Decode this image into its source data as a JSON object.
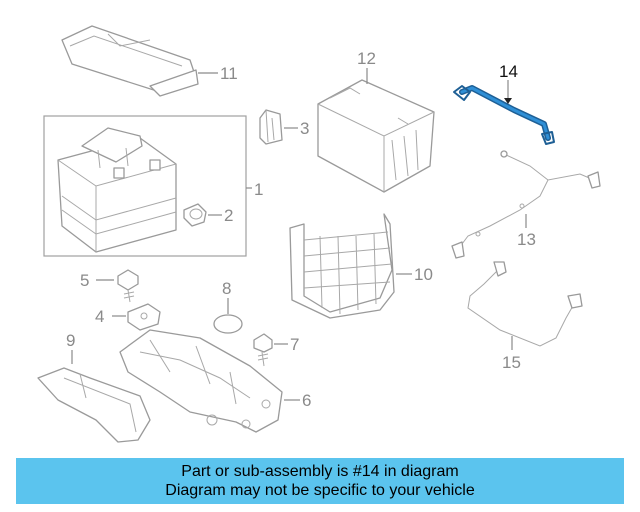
{
  "callouts": {
    "p1": "1",
    "p2": "2",
    "p3": "3",
    "p4": "4",
    "p5": "5",
    "p6": "6",
    "p7": "7",
    "p8": "8",
    "p9": "9",
    "p10": "10",
    "p11": "11",
    "p12": "12",
    "p13": "13",
    "p14": "14",
    "p15": "15"
  },
  "highlight": {
    "part_number": "14",
    "color": "#2f8fd6"
  },
  "banner": {
    "line1": "Part or sub-assembly is #14 in diagram",
    "line2": "Diagram may not be specific to your vehicle",
    "color": "#5bc4ee"
  }
}
